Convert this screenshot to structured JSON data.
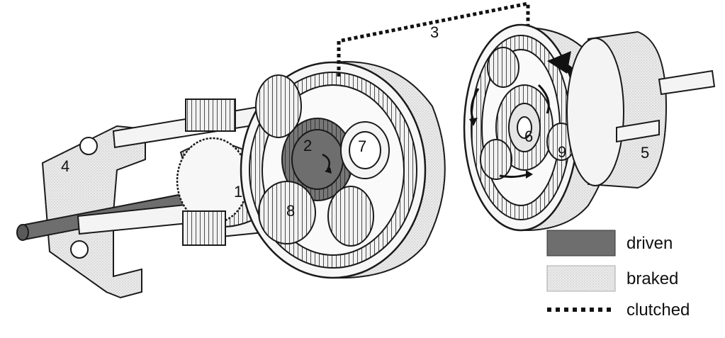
{
  "labels": {
    "n1": "1",
    "n2": "2",
    "n3": "3",
    "n4": "4",
    "n5": "5",
    "n6": "6",
    "n7": "7",
    "n8": "8",
    "n9": "9"
  },
  "legend": {
    "driven": "driven",
    "braked": "braked",
    "clutched": "clutched"
  },
  "colors": {
    "driven": "#6e6e6e",
    "braked": "#e4e4e4",
    "outline": "#1a1a1a"
  }
}
